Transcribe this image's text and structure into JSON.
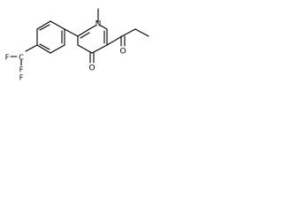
{
  "molecule": {
    "atom_labels": {
      "n_ring": "N",
      "o_ketone_ring": "O",
      "o_butanoyl": "O",
      "cf3_c": "C",
      "f1": "F",
      "f2": "F",
      "f3": "F"
    }
  },
  "colors": {
    "background": "#ffffff",
    "ink": "#000000"
  }
}
